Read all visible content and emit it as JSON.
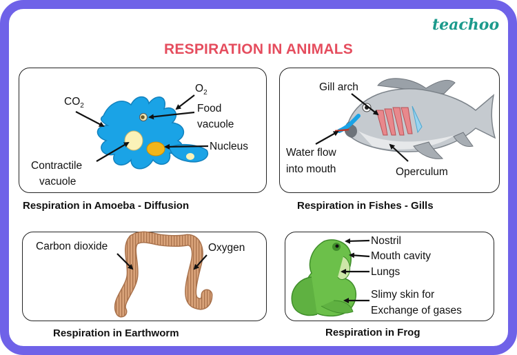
{
  "title": "RESPIRATION IN ANIMALS",
  "logo": "teachoo",
  "amoeba": {
    "caption": "Respiration in Amoeba - Diffusion",
    "labels": {
      "co2_main": "CO",
      "co2_sub": "2",
      "o2_main": "O",
      "o2_sub": "2",
      "food1": "Food",
      "food2": "vacuole",
      "nucleus": "Nucleus",
      "contractile1": "Contractile",
      "contractile2": "vacuole"
    }
  },
  "fish": {
    "caption": "Respiration in Fishes - Gills",
    "labels": {
      "gill_arch": "Gill arch",
      "water1": "Water flow",
      "water2": "into mouth",
      "operculum": "Operculum"
    }
  },
  "earthworm": {
    "caption": "Respiration in Earthworm",
    "labels": {
      "co2": "Carbon dioxide",
      "oxygen": "Oxygen"
    }
  },
  "frog": {
    "caption": "Respiration in Frog",
    "labels": {
      "nostril": "Nostril",
      "mouth": "Mouth cavity",
      "lungs": "Lungs",
      "skin1": "Slimy skin for",
      "skin2": "Exchange of gases"
    }
  },
  "colors": {
    "border": "#6f62e8",
    "title": "#e54d5e",
    "logo": "#1b9a8c",
    "amoeba": "#1aa3e6",
    "worm": "#d9a37a",
    "frog": "#6cc04a"
  }
}
